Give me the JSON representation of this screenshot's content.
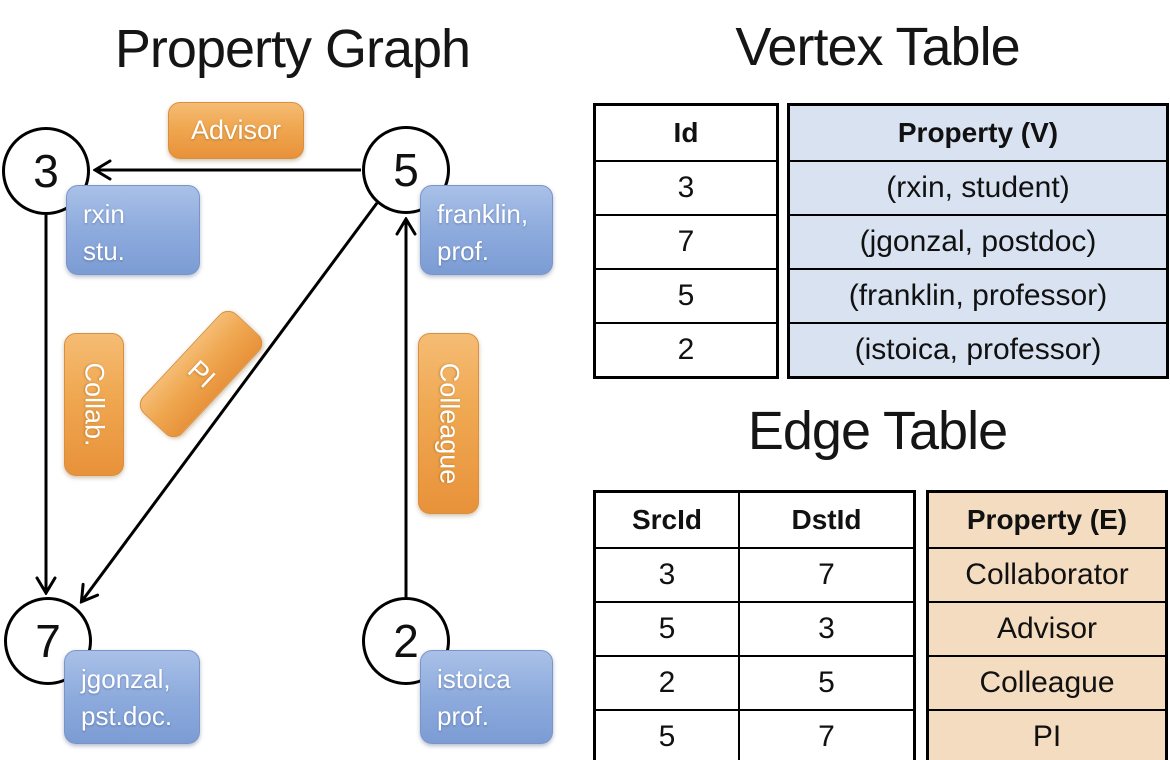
{
  "graph": {
    "title": "Property Graph",
    "nodes": [
      {
        "id": "3",
        "prop1": "rxin",
        "prop2": "stu."
      },
      {
        "id": "5",
        "prop1": "franklin,",
        "prop2": "prof."
      },
      {
        "id": "7",
        "prop1": "jgonzal,",
        "prop2": "pst.doc."
      },
      {
        "id": "2",
        "prop1": "istoica",
        "prop2": "prof."
      }
    ],
    "edge_labels": {
      "advisor": "Advisor",
      "collab": "Collab.",
      "pi": "PI",
      "colleague": "Colleague"
    }
  },
  "vertex_table": {
    "title": "Vertex Table",
    "headers": {
      "id": "Id",
      "property": "Property (V)"
    },
    "rows": [
      {
        "id": "3",
        "property": "(rxin, student)"
      },
      {
        "id": "7",
        "property": "(jgonzal, postdoc)"
      },
      {
        "id": "5",
        "property": "(franklin, professor)"
      },
      {
        "id": "2",
        "property": "(istoica, professor)"
      }
    ]
  },
  "edge_table": {
    "title": "Edge Table",
    "headers": {
      "src": "SrcId",
      "dst": "DstId",
      "property": "Property (E)"
    },
    "rows": [
      {
        "src": "3",
        "dst": "7",
        "property": "Collaborator"
      },
      {
        "src": "5",
        "dst": "3",
        "property": "Advisor"
      },
      {
        "src": "2",
        "dst": "5",
        "property": "Colleague"
      },
      {
        "src": "5",
        "dst": "7",
        "property": "PI"
      }
    ]
  },
  "colors": {
    "edge_label_orange": "#EFA750",
    "vertex_box_blue": "#8EABDD",
    "vertex_table_fill": "#D9E2F1",
    "edge_table_fill": "#F4DCC0",
    "line_black": "#000000"
  }
}
